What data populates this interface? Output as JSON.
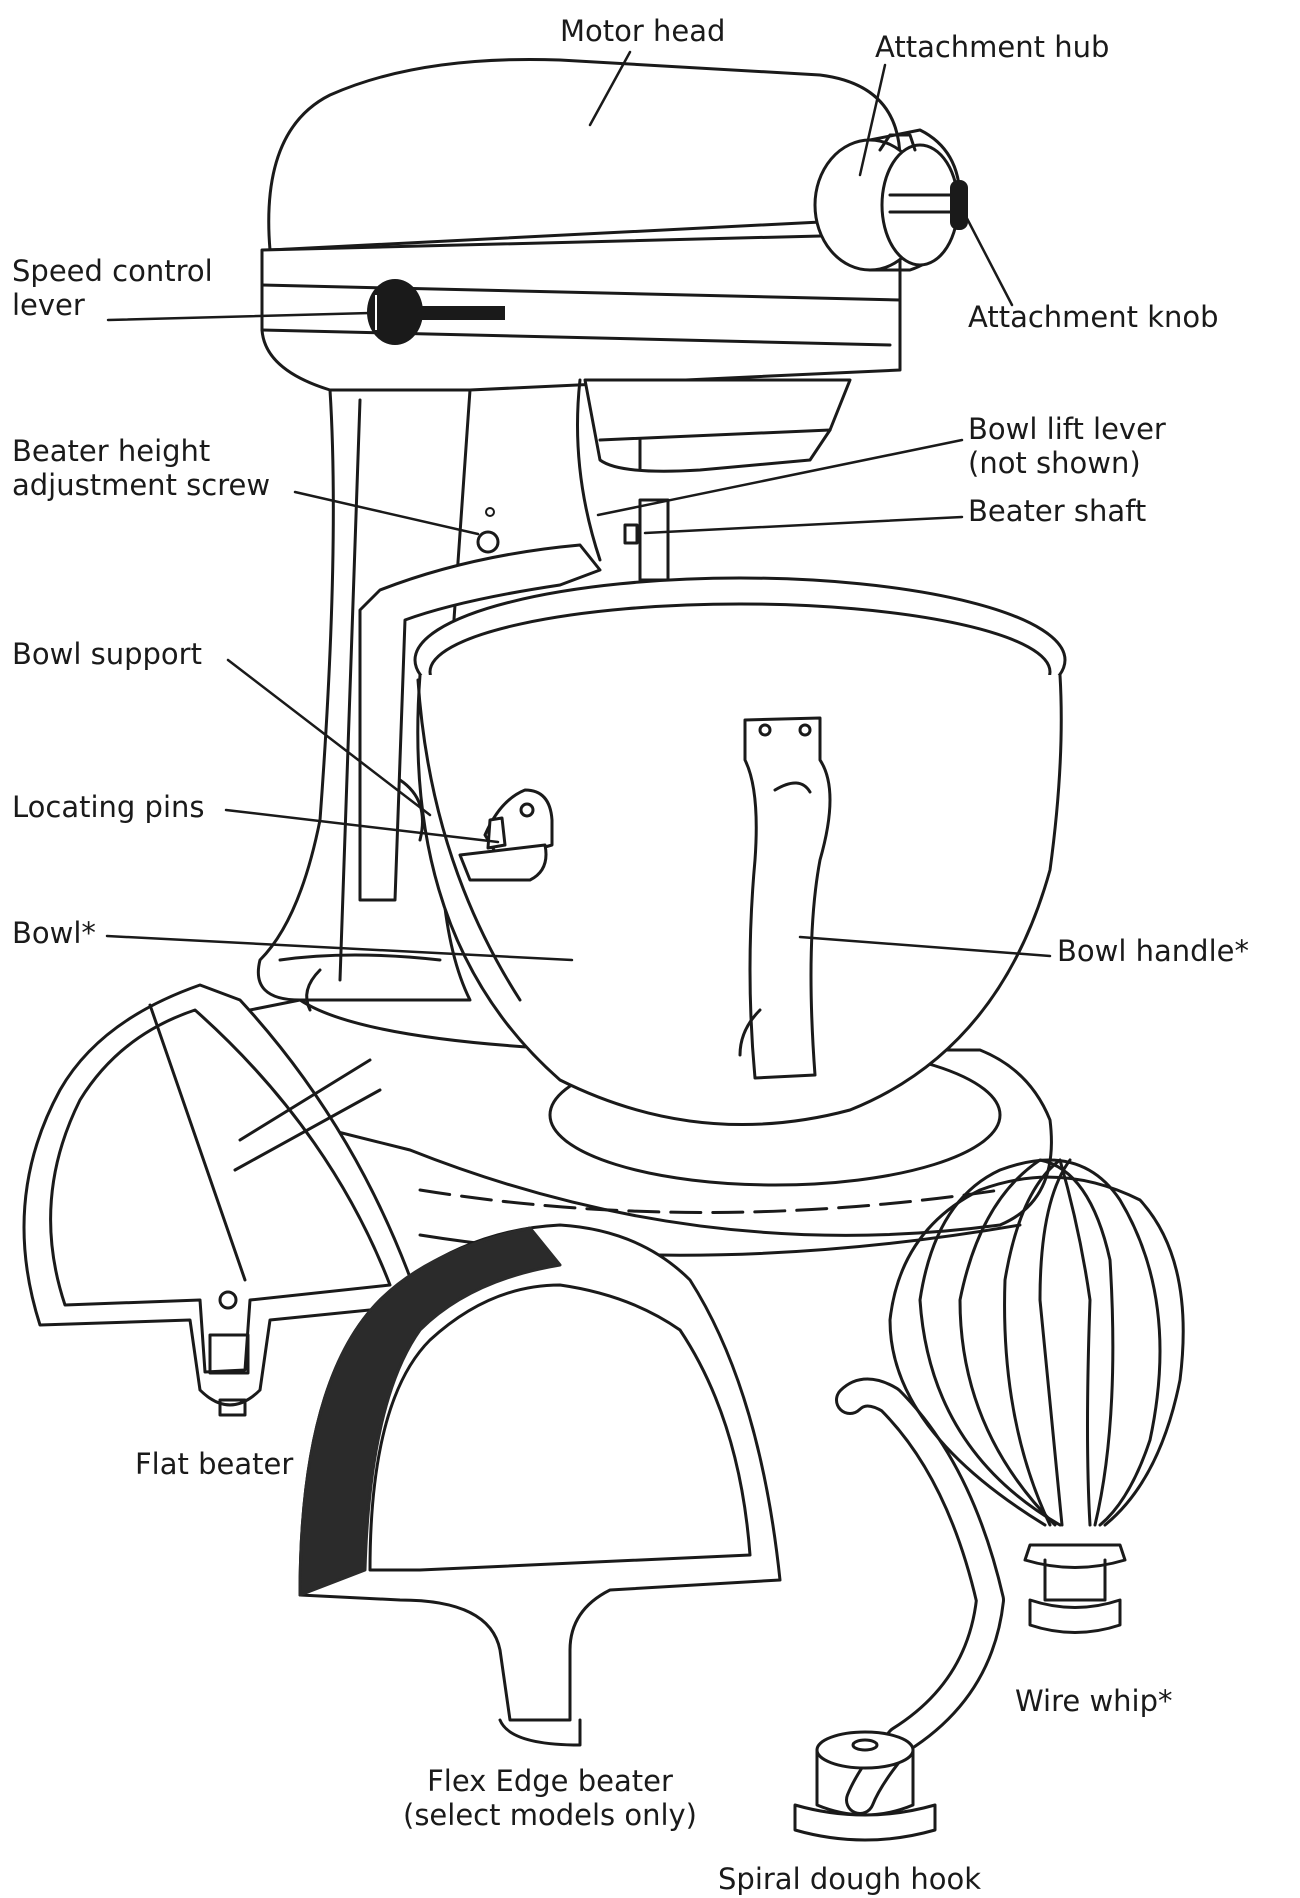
{
  "labels": {
    "motor_head": "Motor head",
    "attachment_hub": "Attachment hub",
    "attachment_knob": "Attachment knob",
    "speed_control_lever_1": "Speed control",
    "speed_control_lever_2": "lever",
    "beater_height_1": "Beater height",
    "beater_height_2": "adjustment screw",
    "bowl_lift_lever_1": "Bowl lift lever",
    "bowl_lift_lever_2": "(not shown)",
    "beater_shaft": "Beater shaft",
    "bowl_support": "Bowl support",
    "locating_pins": "Locating pins",
    "bowl": "Bowl*",
    "bowl_handle": "Bowl handle*",
    "flat_beater": "Flat beater",
    "flex_edge_1": "Flex Edge beater",
    "flex_edge_2": "(select models only)",
    "wire_whip": "Wire whip*",
    "spiral_dough_hook": "Spiral dough hook"
  },
  "colors": {
    "line": "#1a1a1a",
    "dark_part": "#2b2b2b",
    "background": "#ffffff"
  }
}
